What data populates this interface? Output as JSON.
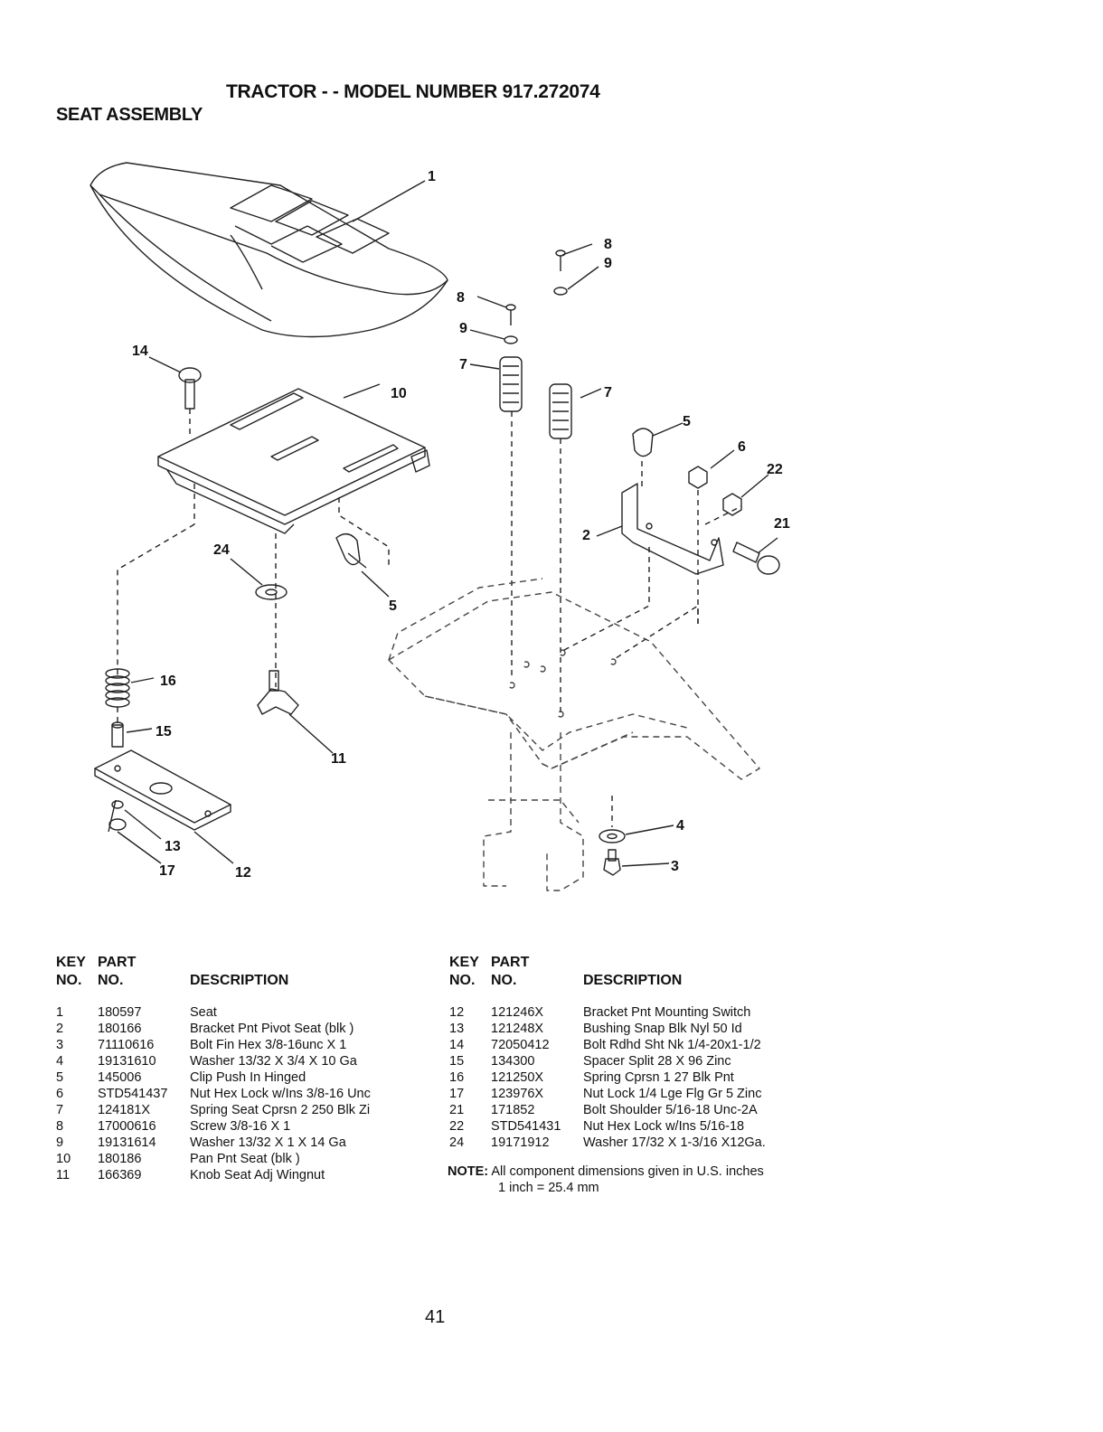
{
  "header": {
    "title": "TRACTOR - - MODEL NUMBER 917.272074",
    "subtitle": "SEAT ASSEMBLY"
  },
  "diagram": {
    "callouts": [
      "1",
      "14",
      "10",
      "8",
      "9",
      "7",
      "8",
      "9",
      "7",
      "5",
      "6",
      "22",
      "2",
      "21",
      "24",
      "5",
      "16",
      "15",
      "11",
      "13",
      "17",
      "12",
      "4",
      "3"
    ]
  },
  "table_headers": {
    "key": "KEY",
    "part": "PART",
    "no": "NO.",
    "no2": "NO.",
    "description": "DESCRIPTION"
  },
  "parts_left": [
    {
      "key": "1",
      "part": "180597",
      "desc": "Seat"
    },
    {
      "key": "2",
      "part": "180166",
      "desc": "Bracket Pnt Pivot Seat (blk )"
    },
    {
      "key": "3",
      "part": "71110616",
      "desc": "Bolt Fin Hex 3/8-16unc X 1"
    },
    {
      "key": "4",
      "part": "19131610",
      "desc": "Washer 13/32 X 3/4 X 10 Ga"
    },
    {
      "key": "5",
      "part": "145006",
      "desc": "Clip Push In Hinged"
    },
    {
      "key": "6",
      "part": "STD541437",
      "desc": "Nut Hex Lock w/Ins 3/8-16 Unc"
    },
    {
      "key": "7",
      "part": "124181X",
      "desc": "Spring Seat Cprsn 2 250 Blk Zi"
    },
    {
      "key": "8",
      "part": "17000616",
      "desc": "Screw 3/8-16 X 1"
    },
    {
      "key": "9",
      "part": "19131614",
      "desc": "Washer 13/32 X 1 X 14 Ga"
    },
    {
      "key": "10",
      "part": "180186",
      "desc": "Pan Pnt Seat (blk )"
    },
    {
      "key": "11",
      "part": "166369",
      "desc": "Knob Seat Adj Wingnut"
    }
  ],
  "parts_right": [
    {
      "key": "12",
      "part": "121246X",
      "desc": "Bracket Pnt Mounting Switch"
    },
    {
      "key": "13",
      "part": "121248X",
      "desc": "Bushing Snap Blk Nyl 50 Id"
    },
    {
      "key": "14",
      "part": "72050412",
      "desc": "Bolt Rdhd Sht Nk 1/4-20x1-1/2"
    },
    {
      "key": "15",
      "part": "134300",
      "desc": "Spacer Split 28 X 96 Zinc"
    },
    {
      "key": "16",
      "part": "121250X",
      "desc": "Spring Cprsn 1 27 Blk Pnt"
    },
    {
      "key": "17",
      "part": "123976X",
      "desc": "Nut Lock 1/4 Lge Flg Gr 5 Zinc"
    },
    {
      "key": "21",
      "part": "171852",
      "desc": "Bolt Shoulder 5/16-18 Unc-2A"
    },
    {
      "key": "22",
      "part": "STD541431",
      "desc": "Nut Hex Lock w/Ins 5/16-18"
    },
    {
      "key": "24",
      "part": "19171912",
      "desc": "Washer 17/32 X 1-3/16 X12Ga."
    }
  ],
  "note": {
    "label": "NOTE:",
    "line1": "All component dimensions given in U.S. inches",
    "line2": "1 inch = 25.4 mm"
  },
  "page_number": "41"
}
